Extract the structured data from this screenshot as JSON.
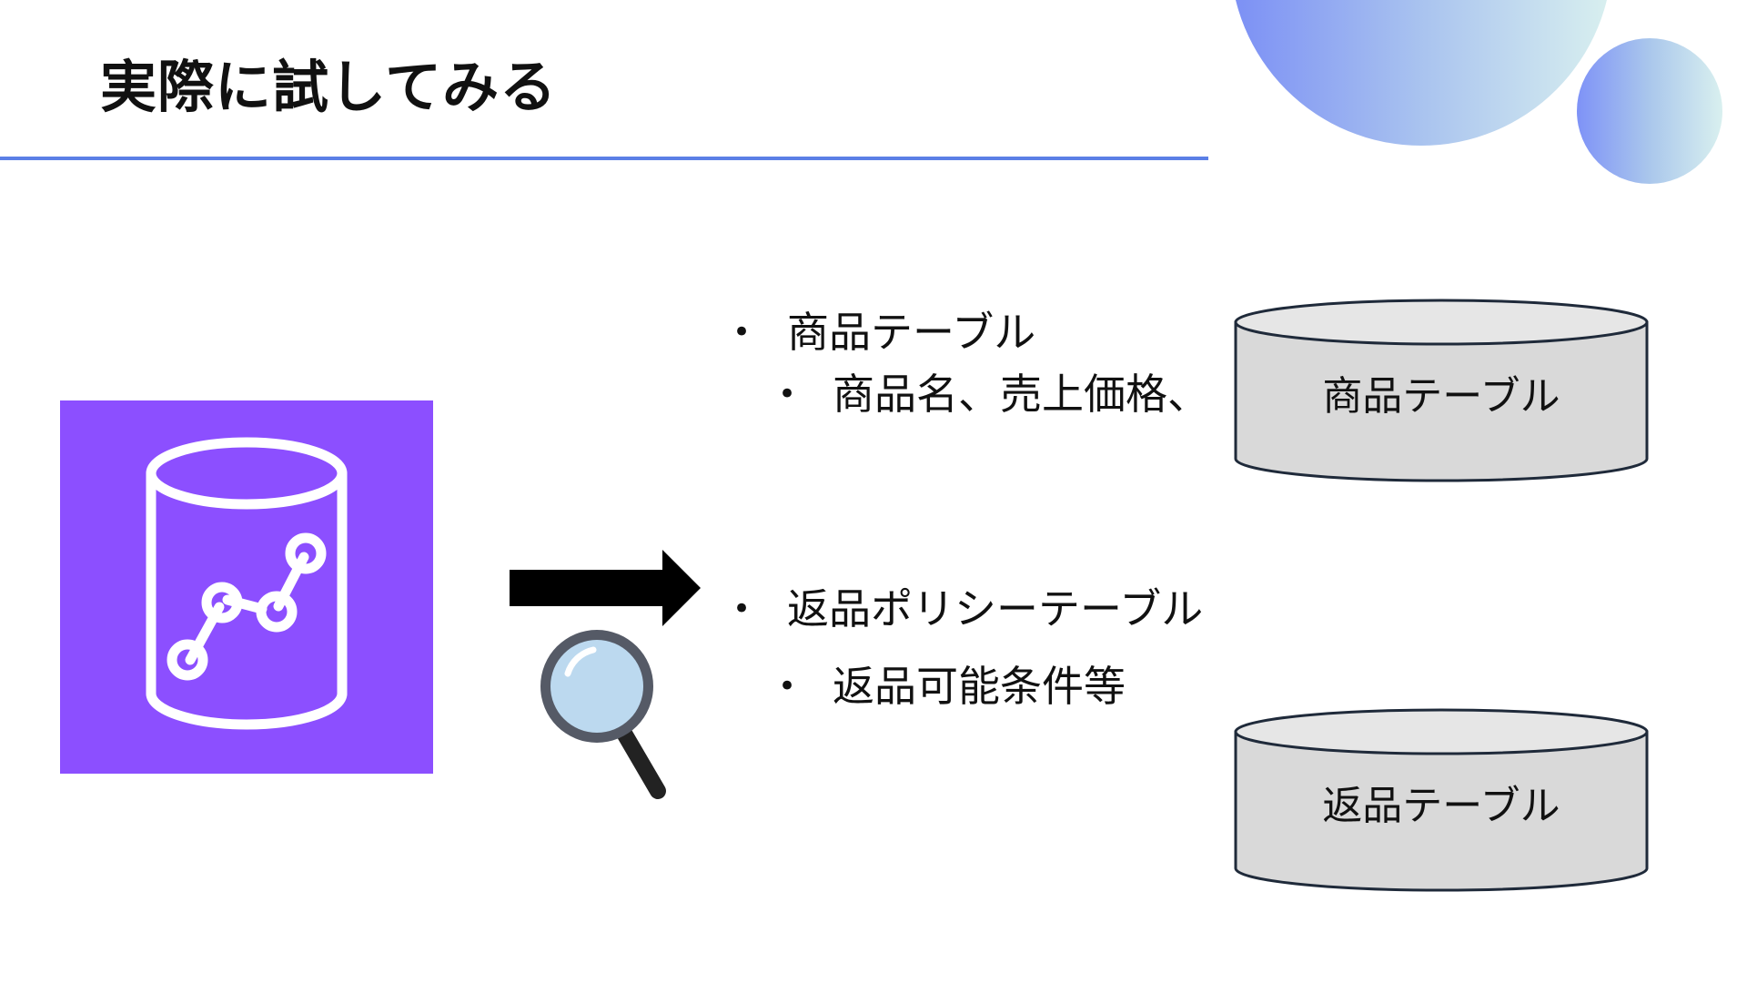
{
  "slide": {
    "title": "実際に試してみる"
  },
  "bullets": {
    "product_table": "商品テーブル",
    "product_fields": "商品名、売上価格、",
    "return_policy_table": "返品ポリシーテーブル",
    "return_conditions": "返品可能条件等"
  },
  "databases": {
    "product": "商品テーブル",
    "returns": "返品テーブル"
  },
  "icons": {
    "service": "analytics-database-icon",
    "arrow": "right-arrow-icon",
    "search": "magnifier-icon",
    "db": "database-cylinder-icon"
  },
  "colors": {
    "accent": "#5b7fe6",
    "service_bg": "#8c4fff",
    "db_fill": "#d9d9d9",
    "db_stroke": "#1f2a3a"
  }
}
